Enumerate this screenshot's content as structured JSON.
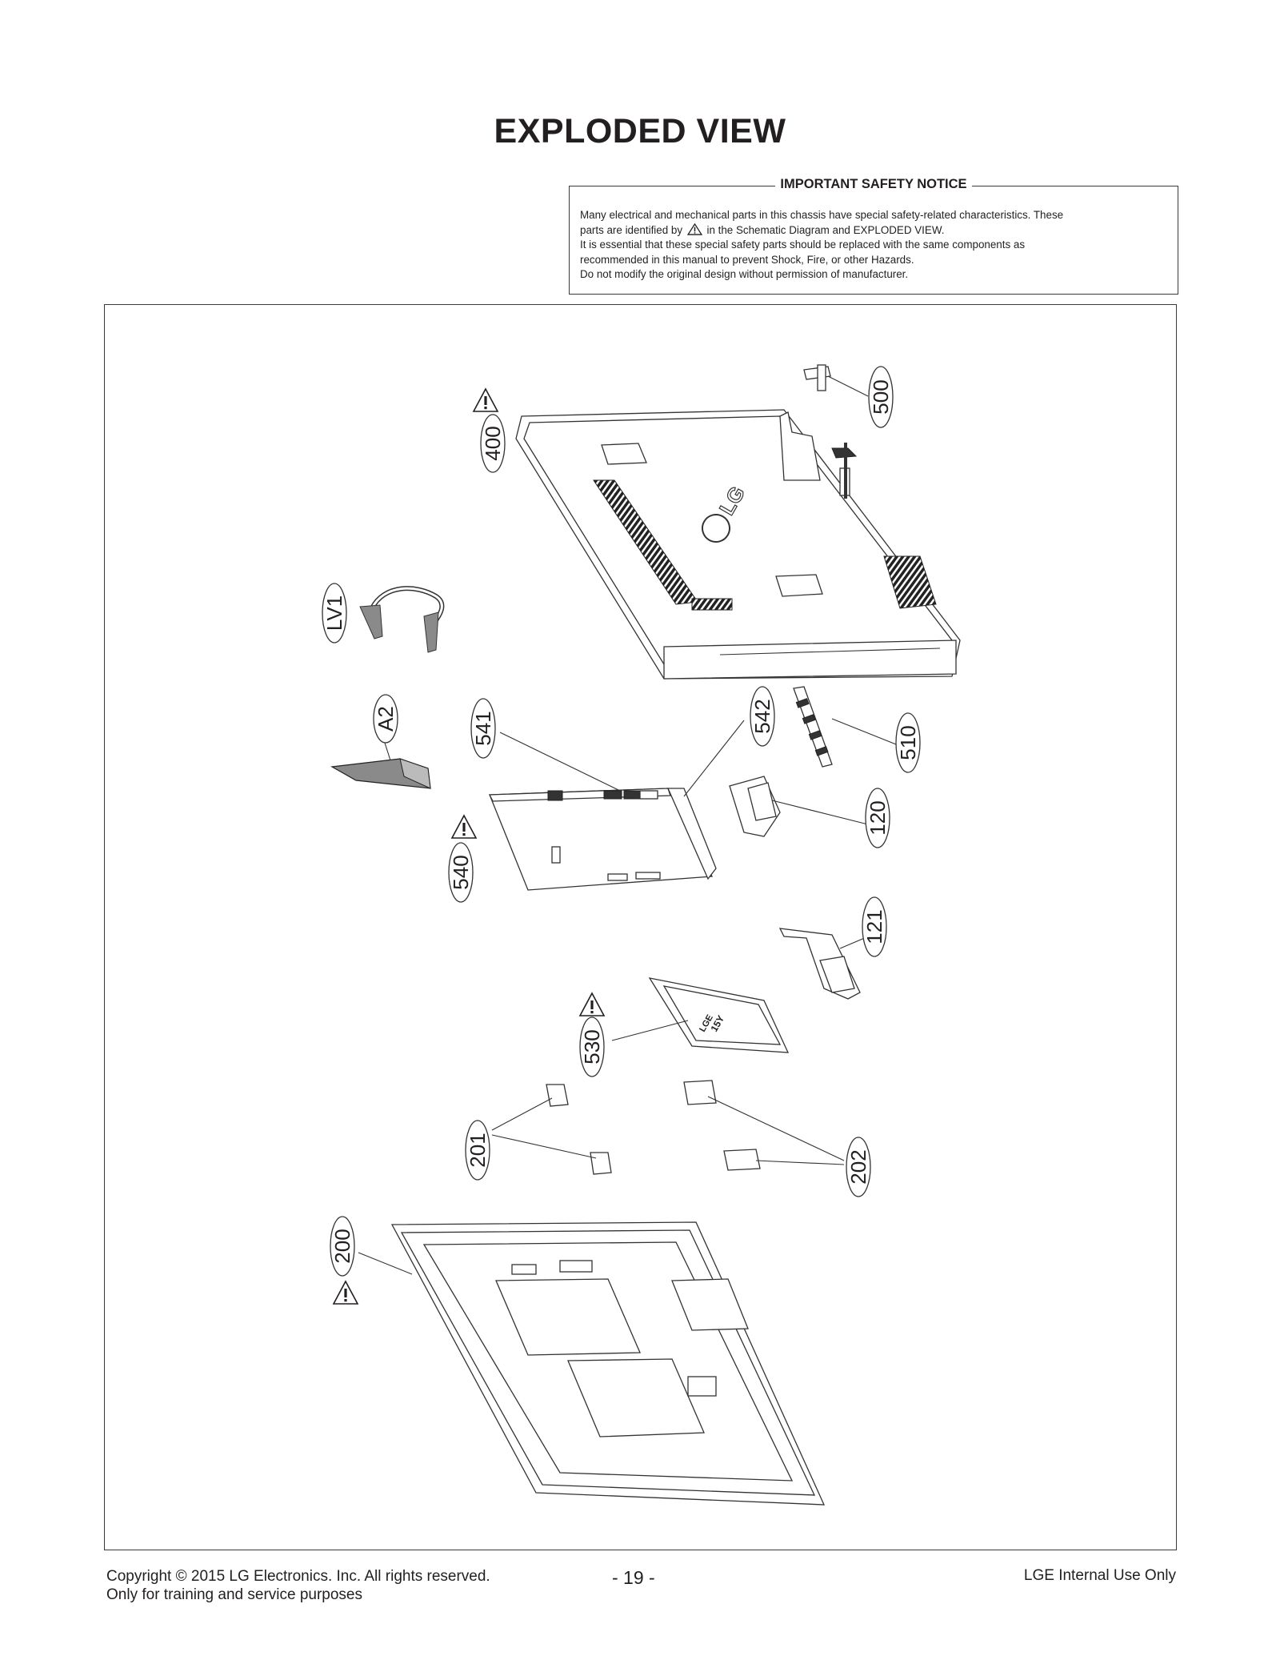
{
  "page": {
    "title": "EXPLODED VIEW"
  },
  "safety_notice": {
    "title": "IMPORTANT SAFETY NOTICE",
    "line1": "Many electrical and mechanical parts in this chassis have special safety-related characteristics. These",
    "line2_before_icon": "parts are identified by",
    "line2_after_icon": "in the Schematic Diagram and EXPLODED VIEW.",
    "line3": "It is essential that these special safety parts should be replaced with the same components as",
    "line4": "recommended in this manual to prevent Shock, Fire, or other Hazards.",
    "line5": "Do not modify the original design without permission of manufacturer.",
    "icon": "warning-triangle-icon"
  },
  "diagram": {
    "brand_mark": "LG",
    "psu_label_1": "LGE",
    "psu_label_2": "15Y",
    "callouts": [
      {
        "id": "500",
        "safety": false
      },
      {
        "id": "400",
        "safety": true
      },
      {
        "id": "LV1",
        "safety": false
      },
      {
        "id": "A2",
        "safety": false
      },
      {
        "id": "541",
        "safety": false
      },
      {
        "id": "542",
        "safety": false
      },
      {
        "id": "510",
        "safety": false
      },
      {
        "id": "120",
        "safety": false
      },
      {
        "id": "540",
        "safety": true
      },
      {
        "id": "121",
        "safety": false
      },
      {
        "id": "530",
        "safety": true
      },
      {
        "id": "201",
        "safety": false
      },
      {
        "id": "202",
        "safety": false
      },
      {
        "id": "200",
        "safety": true
      }
    ]
  },
  "footer": {
    "copyright": "Copyright  © 2015  LG Electronics. Inc. All rights reserved.",
    "purpose": "Only for training and service purposes",
    "page_number": "- 19 -",
    "internal": "LGE Internal Use Only"
  }
}
